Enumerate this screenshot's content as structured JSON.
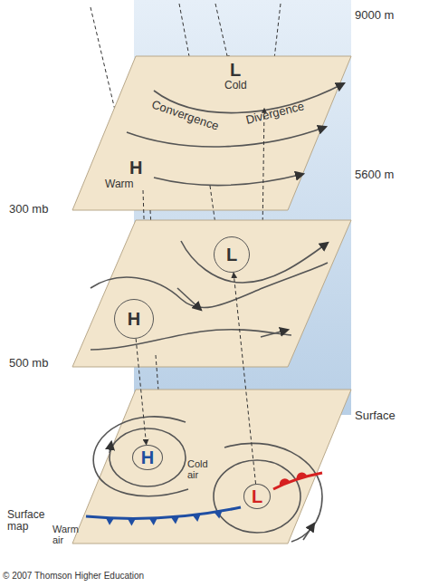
{
  "diagram": {
    "nodes": [
      {
        "text": [
          "H"
        ]
      },
      {
        "text": [
          "L"
        ]
      },
      {
        "text": [
          "H"
        ]
      },
      {
        "text": [
          "L"
        ]
      }
    ],
    "edges": [
      {
        "from": 0,
        "to": 2,
        "arrow": "to"
      },
      {
        "from": 3,
        "to": 1,
        "arrow": "to"
      }
    ],
    "labels": [
      "9000 m",
      "L",
      "Cold",
      "Convergence",
      "Divergence",
      "H",
      "Warm",
      "300 mb",
      "5600 m",
      "500 mb",
      "Surface",
      "Cold air",
      "Warm air",
      "Surface map",
      "© 2007 Thomson Higher Education"
    ]
  }
}
